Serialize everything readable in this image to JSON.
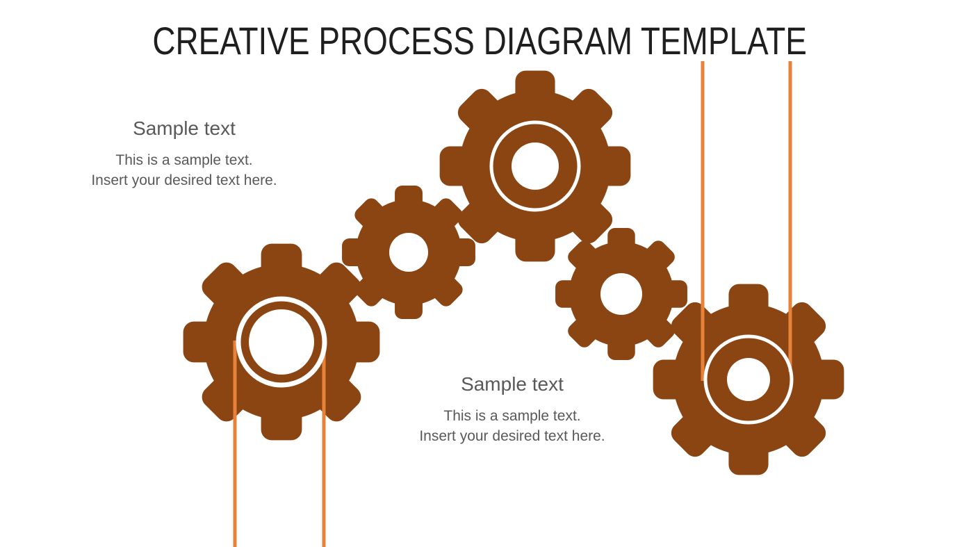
{
  "title": "CREATIVE PROCESS DIAGRAM TEMPLATE",
  "colors": {
    "gear_brown": "#8B4513",
    "connector_orange": "#E8823A",
    "ring_white": "#FFFFFF",
    "title_text": "#1F1F1F",
    "body_text": "#595959",
    "background": "#FFFFFF"
  },
  "text_blocks": {
    "left": {
      "heading": "Sample text",
      "line1": "This is a sample text.",
      "line2": "Insert your desired text here."
    },
    "right": {
      "heading": "Sample text",
      "line1": "This is a sample text.",
      "line2": "Insert your desired text here."
    }
  },
  "icons": {
    "gears": [
      "gear-bottom-left-icon",
      "gear-small-upper-left-icon",
      "gear-top-center-icon",
      "gear-small-right-icon",
      "gear-bottom-right-icon"
    ],
    "connector_lines": [
      "hanging-line-left-a",
      "hanging-line-left-b",
      "hanging-line-right-a",
      "hanging-line-right-b"
    ]
  }
}
